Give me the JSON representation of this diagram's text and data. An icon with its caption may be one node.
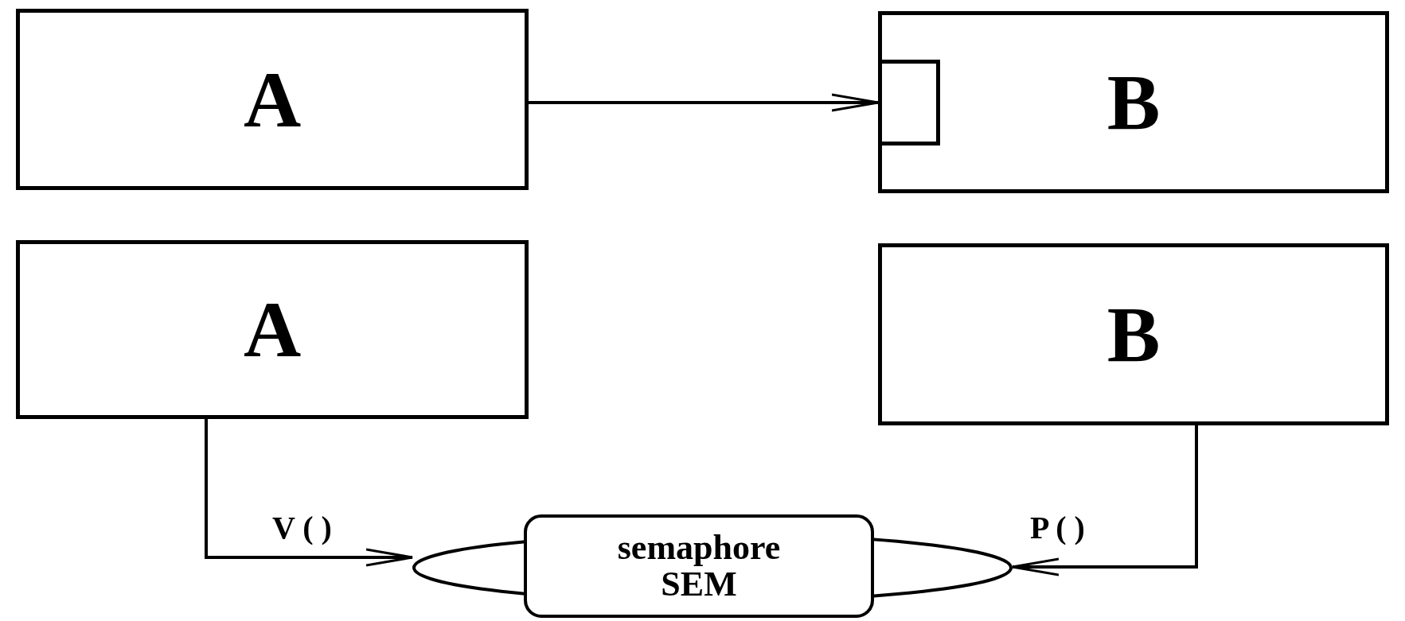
{
  "diagram": {
    "nodes": [
      {
        "text": [
          "A"
        ]
      },
      {
        "text": [
          "B"
        ]
      },
      {
        "text": [],
        "shape": "box",
        "in": 1
      },
      {
        "text": [
          "A"
        ]
      },
      {
        "text": [
          "B"
        ]
      },
      {
        "text": [
          "semaphore SEM"
        ]
      }
    ],
    "edges": [
      {
        "from": 0,
        "to": 2,
        "arrow": "to"
      },
      {
        "from": 3,
        "to": 5,
        "arrow": "to",
        "label": "V ( )"
      },
      {
        "from": 4,
        "to": 5,
        "arrow": "to",
        "label": "P ( )"
      }
    ]
  }
}
